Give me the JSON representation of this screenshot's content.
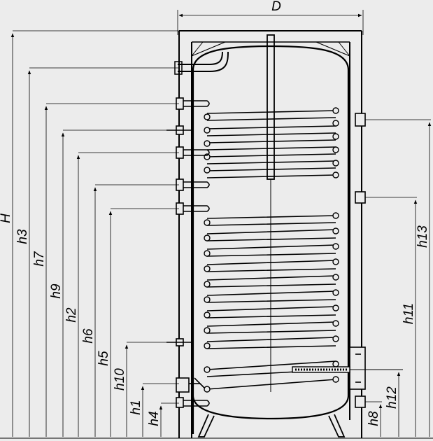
{
  "diagram": {
    "labels": {
      "D": "D",
      "H": "H",
      "h3": "h3",
      "h7": "h7",
      "h9": "h9",
      "h2": "h2",
      "h6": "h6",
      "h5": "h5",
      "h10": "h10",
      "h1": "h1",
      "h4": "h4",
      "h13": "h13",
      "h11": "h11",
      "h12": "h12",
      "h8": "h8"
    }
  }
}
